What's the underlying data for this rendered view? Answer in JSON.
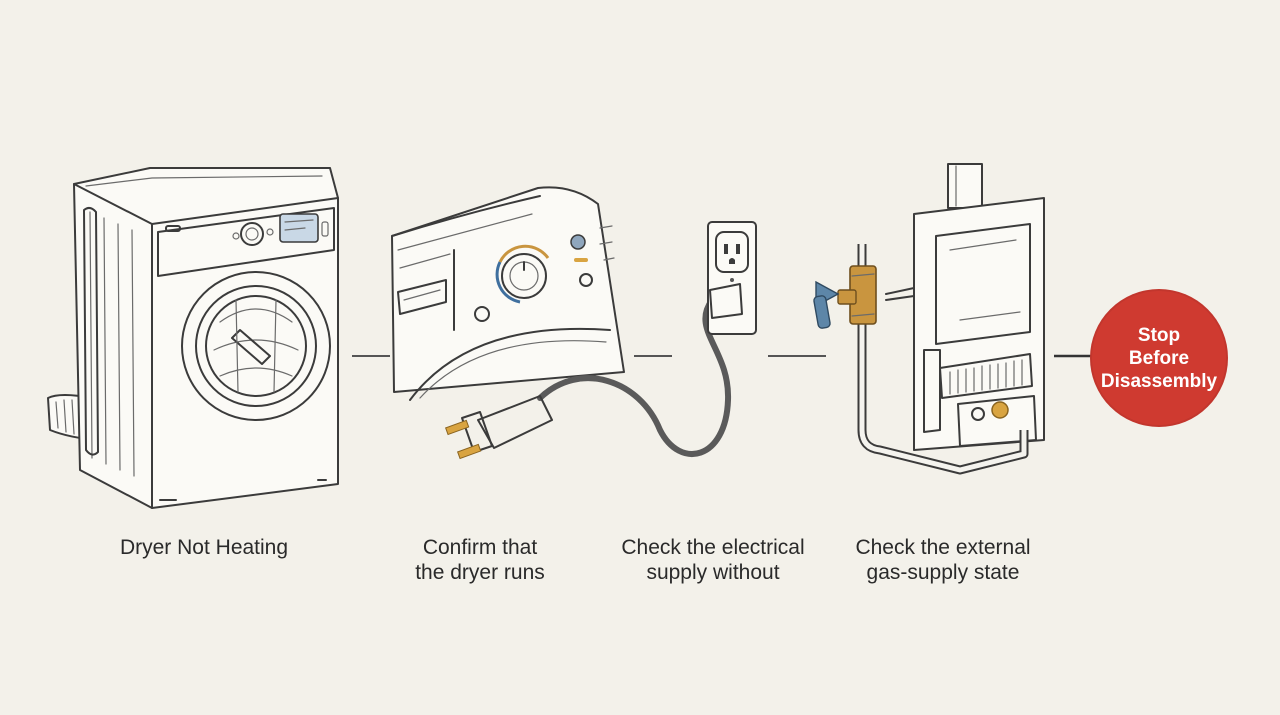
{
  "steps": [
    {
      "lines": [
        "Dryer Not Heating"
      ]
    },
    {
      "lines": [
        "Confirm that",
        "the dryer runs"
      ]
    },
    {
      "lines": [
        "Check the electrical",
        "supply without"
      ]
    },
    {
      "lines": [
        "Check the external",
        "gas-supply state"
      ]
    }
  ],
  "stop": {
    "lines": [
      "Stop",
      "Before",
      "Disassembly"
    ]
  },
  "colors": {
    "background": "#f3f1ea",
    "stop_badge": "#cf3a30",
    "brass": "#c9953f",
    "valve_handle": "#5d86a8",
    "dial_accent": "#3f6f9e"
  }
}
